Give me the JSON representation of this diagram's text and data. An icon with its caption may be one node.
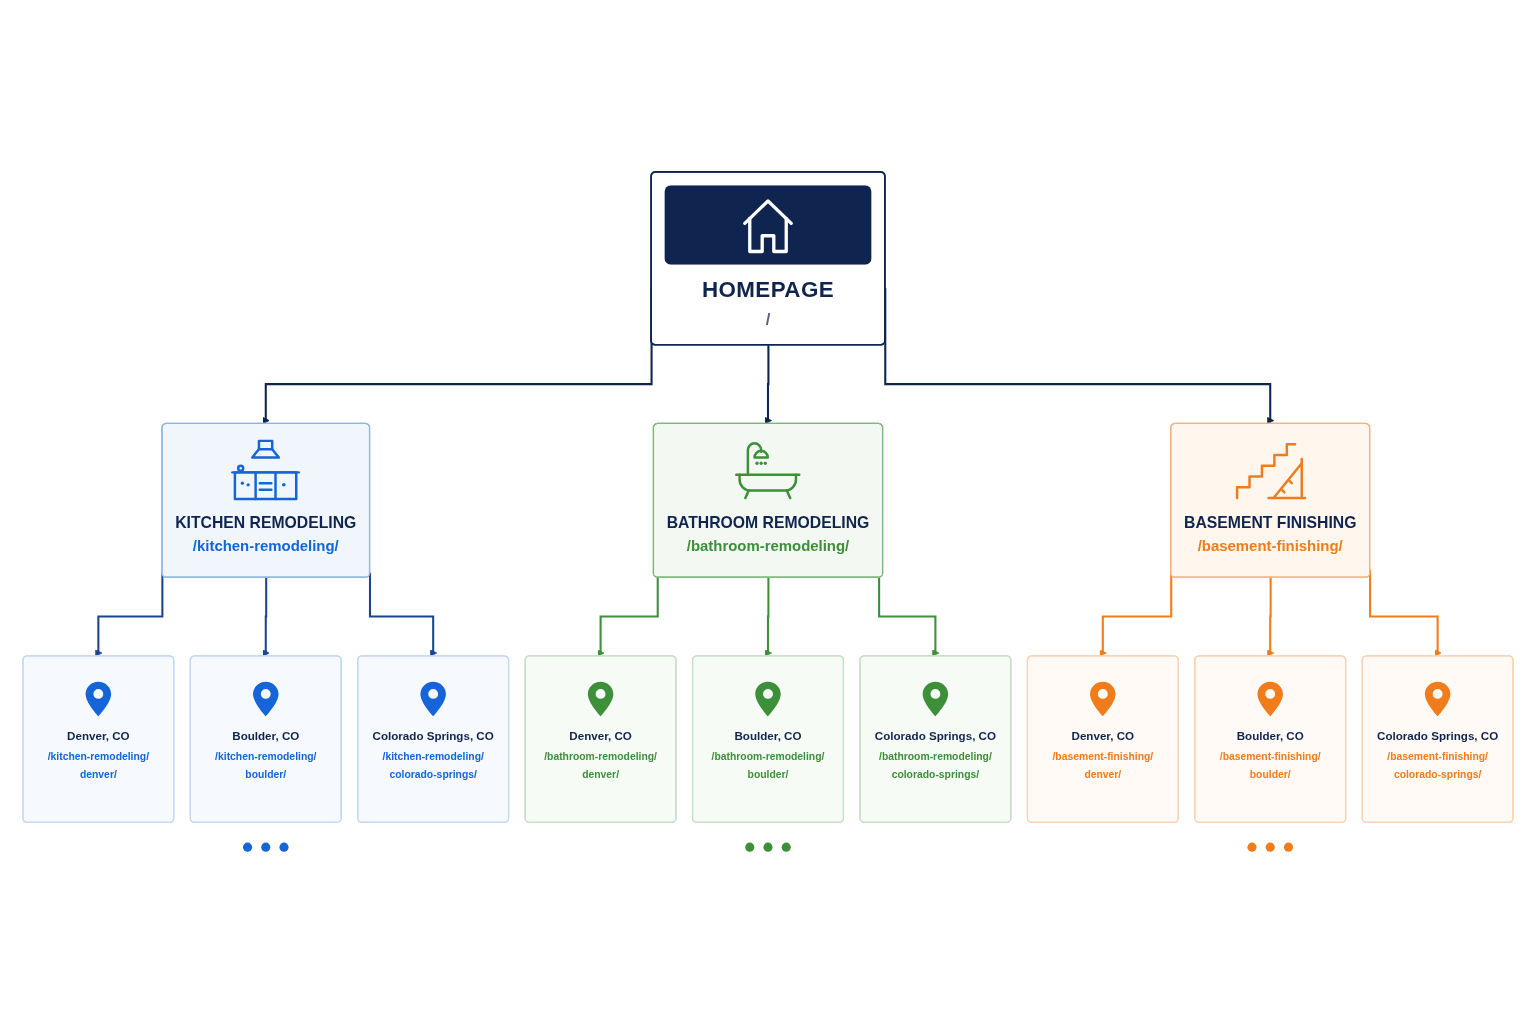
{
  "diagram": {
    "nodes": [
      {
        "text": [
          "HOMEPAGE",
          "/"
        ]
      },
      {
        "text": [
          "KITCHEN REMODELING",
          "/kitchen-remodeling/"
        ]
      },
      {
        "text": [
          "BATHROOM REMODELING",
          "/bathroom-remodeling/"
        ]
      },
      {
        "text": [
          "BASEMENT FINISHING",
          "/basement-finishing/"
        ]
      },
      {
        "text": [
          "Denver, CO",
          "/kitchen-remodeling/ denver/"
        ]
      },
      {
        "text": [
          "Boulder, CO",
          "/kitchen-remodeling/ boulder/"
        ]
      },
      {
        "text": [
          "Colorado Springs, CO",
          "/kitchen-remodeling/ colorado-springs/"
        ]
      },
      {
        "text": [
          "Denver, CO",
          "/bathroom-remodeling/ denver/"
        ]
      },
      {
        "text": [
          "Boulder, CO",
          "/bathroom-remodeling/ boulder/"
        ]
      },
      {
        "text": [
          "Colorado Springs, CO",
          "/bathroom-remodeling/ colorado-springs/"
        ]
      },
      {
        "text": [
          "Denver, CO",
          "/basement-finishing/ denver/"
        ]
      },
      {
        "text": [
          "Boulder, CO",
          "/basement-finishing/ boulder/"
        ]
      },
      {
        "text": [
          "Colorado Springs, CO",
          "/basement-finishing/ colorado-springs/"
        ]
      }
    ],
    "edges": [
      {
        "from": 0,
        "to": 1,
        "arrow": "to",
        "color": "#0f2550"
      },
      {
        "from": 0,
        "to": 2,
        "arrow": "to",
        "color": "#0f2550"
      },
      {
        "from": 0,
        "to": 3,
        "arrow": "to",
        "color": "#0f2550"
      },
      {
        "from": 1,
        "to": 4,
        "arrow": "to",
        "color": "#1b4590"
      },
      {
        "from": 1,
        "to": 5,
        "arrow": "to",
        "color": "#1b4590"
      },
      {
        "from": 1,
        "to": 6,
        "arrow": "to",
        "color": "#1b4590"
      },
      {
        "from": 2,
        "to": 7,
        "arrow": "to",
        "color": "#3d8f3a"
      },
      {
        "from": 2,
        "to": 8,
        "arrow": "to",
        "color": "#3d8f3a"
      },
      {
        "from": 2,
        "to": 9,
        "arrow": "to",
        "color": "#3d8f3a"
      },
      {
        "from": 3,
        "to": 10,
        "arrow": "to",
        "color": "#f07c1b"
      },
      {
        "from": 3,
        "to": 11,
        "arrow": "to",
        "color": "#f07c1b"
      },
      {
        "from": 3,
        "to": 12,
        "arrow": "to",
        "color": "#f07c1b"
      }
    ]
  }
}
